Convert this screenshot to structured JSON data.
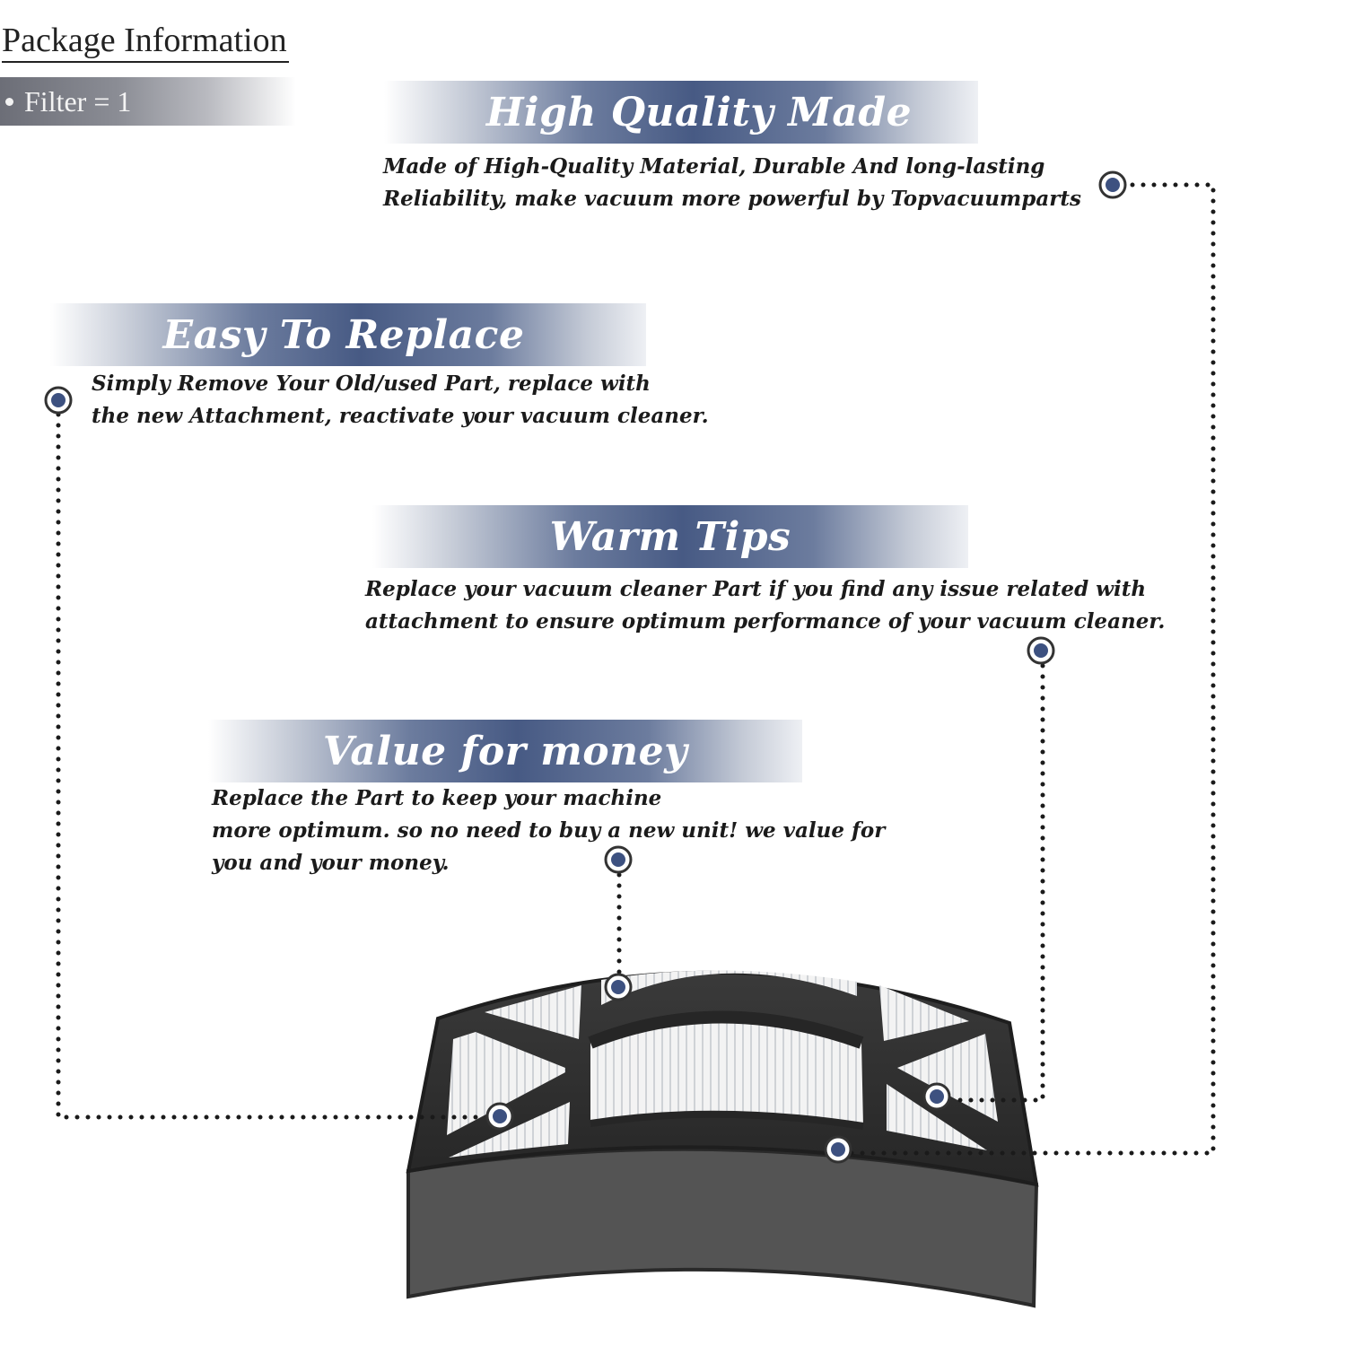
{
  "package": {
    "title": "Package Information",
    "item": "Filter = 1"
  },
  "features": [
    {
      "title": "High Quality Made",
      "lines": [
        "Made of  High-Quality Material, Durable And long-lasting",
        "Reliability, make vacuum more powerful by Topvacuumparts"
      ]
    },
    {
      "title": "Easy To Replace",
      "lines": [
        "Simply Remove Your Old/used Part, replace with",
        "the new Attachment, reactivate your vacuum cleaner."
      ]
    },
    {
      "title": "Warm Tips",
      "lines": [
        "Replace your vacuum cleaner Part if you find any issue related with",
        " attachment to ensure optimum performance of your vacuum cleaner."
      ]
    },
    {
      "title": "Value for money",
      "lines": [
        "Replace the Part to keep your machine",
        "more optimum. so no need to buy a new unit! we value for",
        "you and your money."
      ]
    }
  ],
  "colors": {
    "band_dark": "#475a84",
    "marker_fill": "#3d5180",
    "text": "#1b1b1b",
    "filter_frame": "#2e2e2e",
    "filter_media": "#ececec"
  },
  "icons": {
    "marker": "target-marker-icon",
    "bullet": "bullet-icon"
  }
}
